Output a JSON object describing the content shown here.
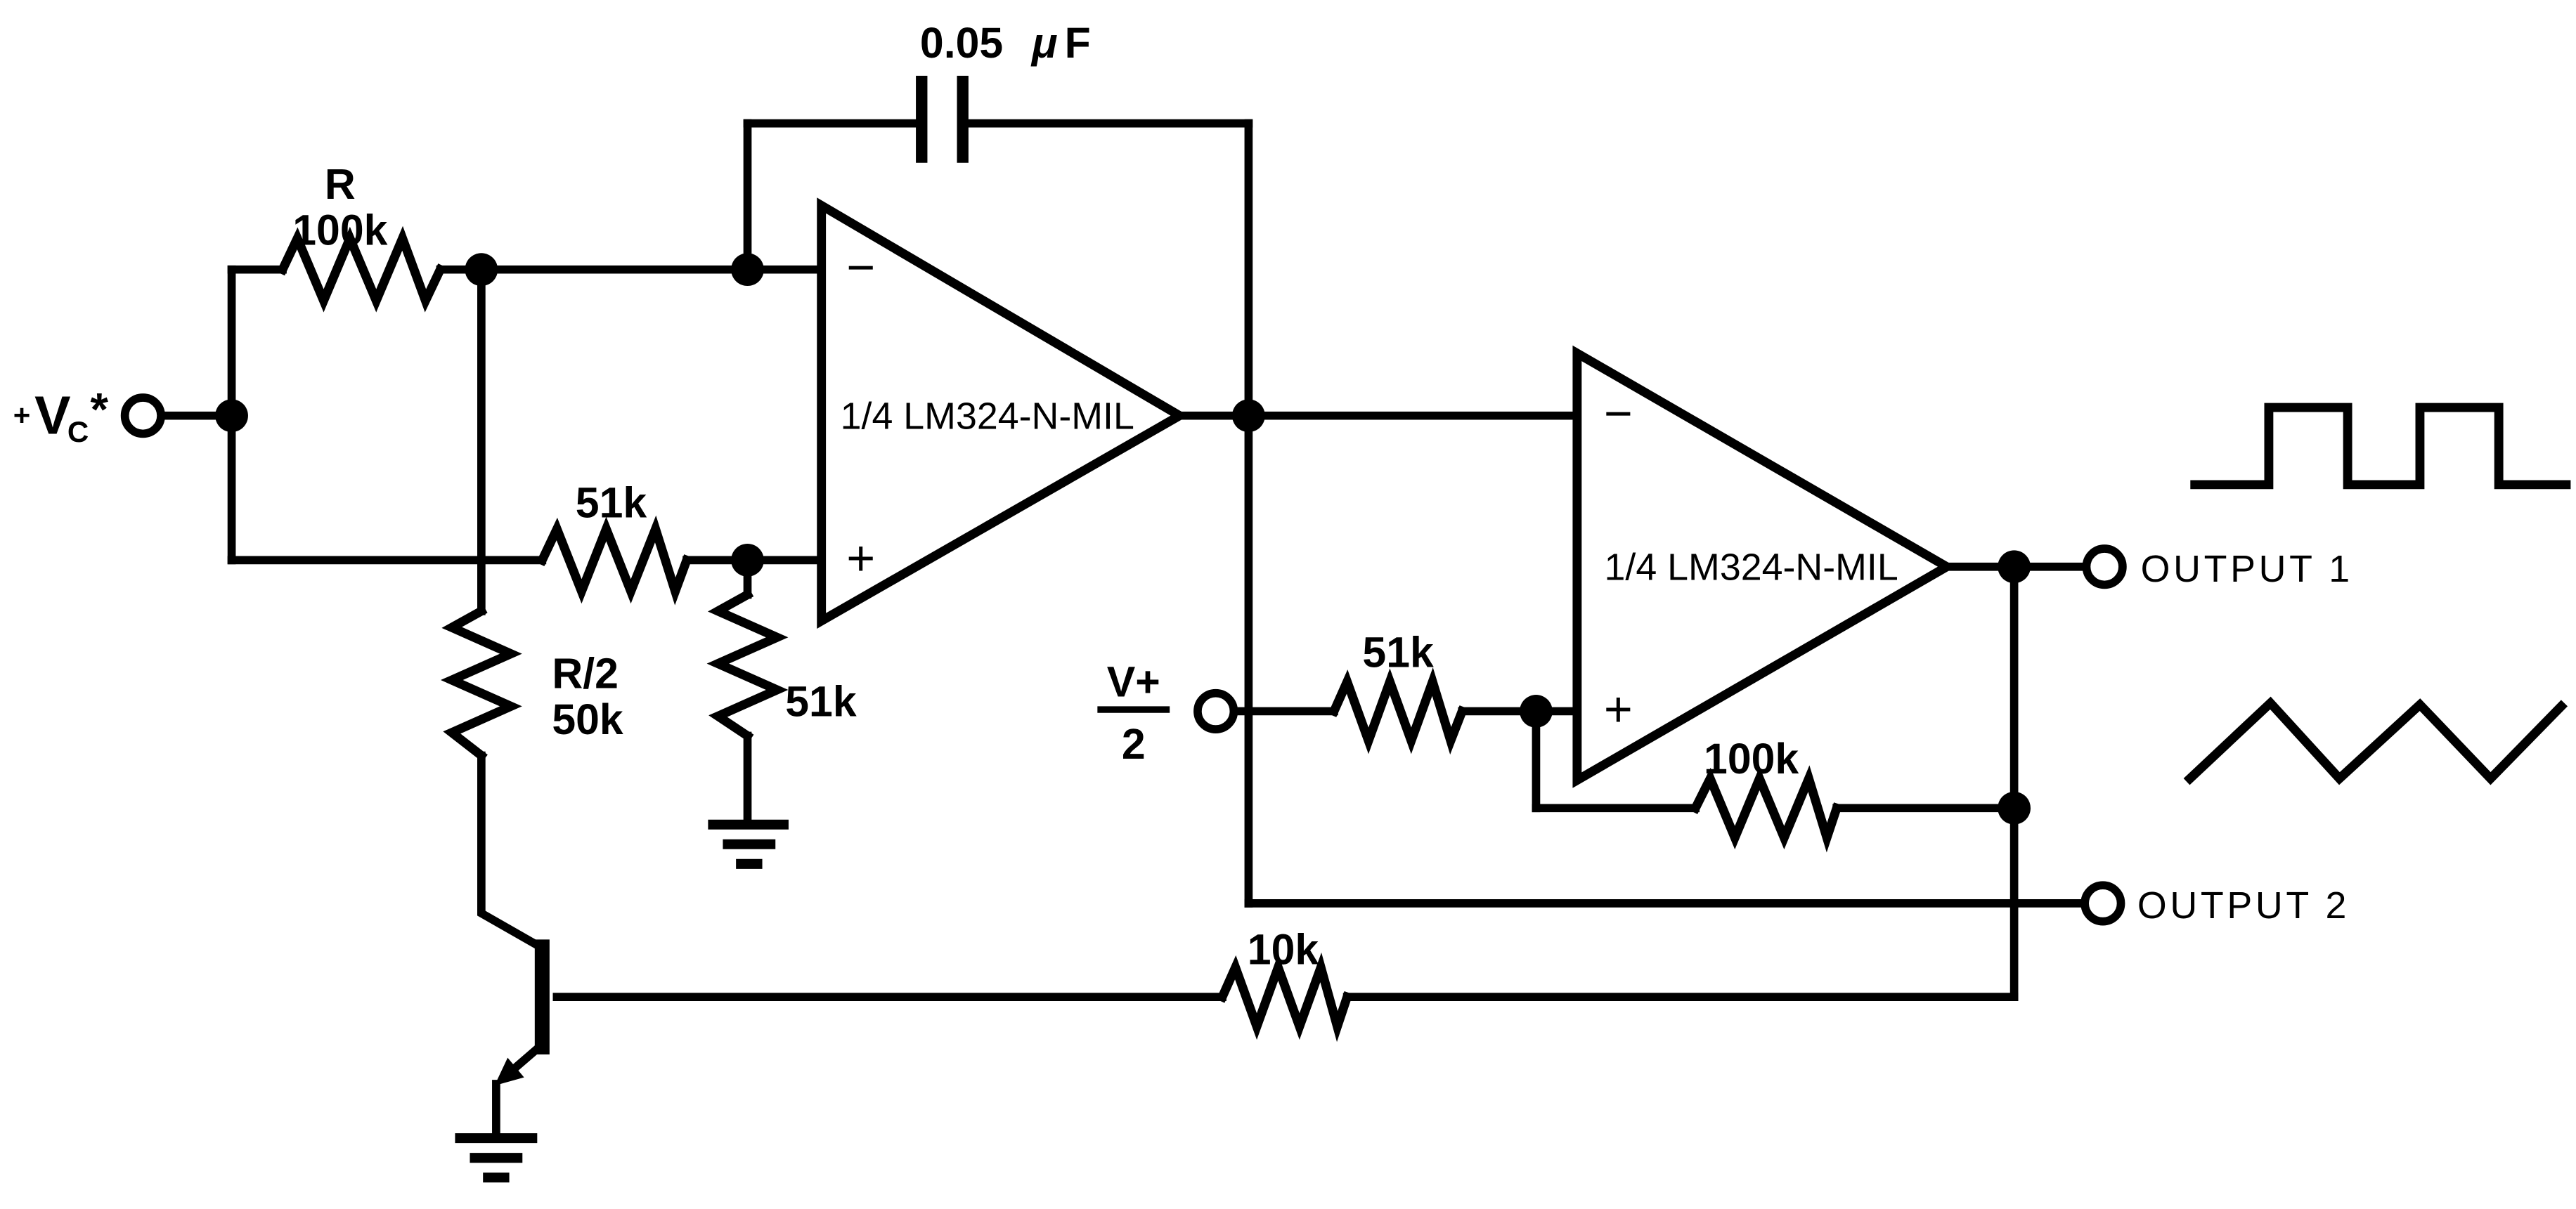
{
  "colors": {
    "ink": "#000000",
    "background": "#ffffff"
  },
  "schematic": {
    "source": {
      "plus": "+",
      "symbol": "V",
      "subscript": "C",
      "asterisk": "*"
    },
    "capacitor": {
      "value": "0.05",
      "mu": "μ",
      "unit": "F"
    },
    "resistors": {
      "r_top_name": "R",
      "r_top_value": "100k",
      "r_input_51k": "51k",
      "r_half_name": "R/2",
      "r_half_value": "50k",
      "r_ground_51k": "51k",
      "r_vref_51k": "51k",
      "r_feedback_100k": "100k",
      "r_base_10k": "10k"
    },
    "opamp1": {
      "label": "1/4 LM324-N-MIL",
      "inverting": "−",
      "noninverting": "+"
    },
    "opamp2": {
      "label": "1/4 LM324-N-MIL",
      "inverting": "−",
      "noninverting": "+"
    },
    "vref": {
      "numerator": "V+",
      "denominator": "2"
    },
    "outputs": {
      "output1": "OUTPUT 1",
      "output2": "OUTPUT 2"
    }
  }
}
